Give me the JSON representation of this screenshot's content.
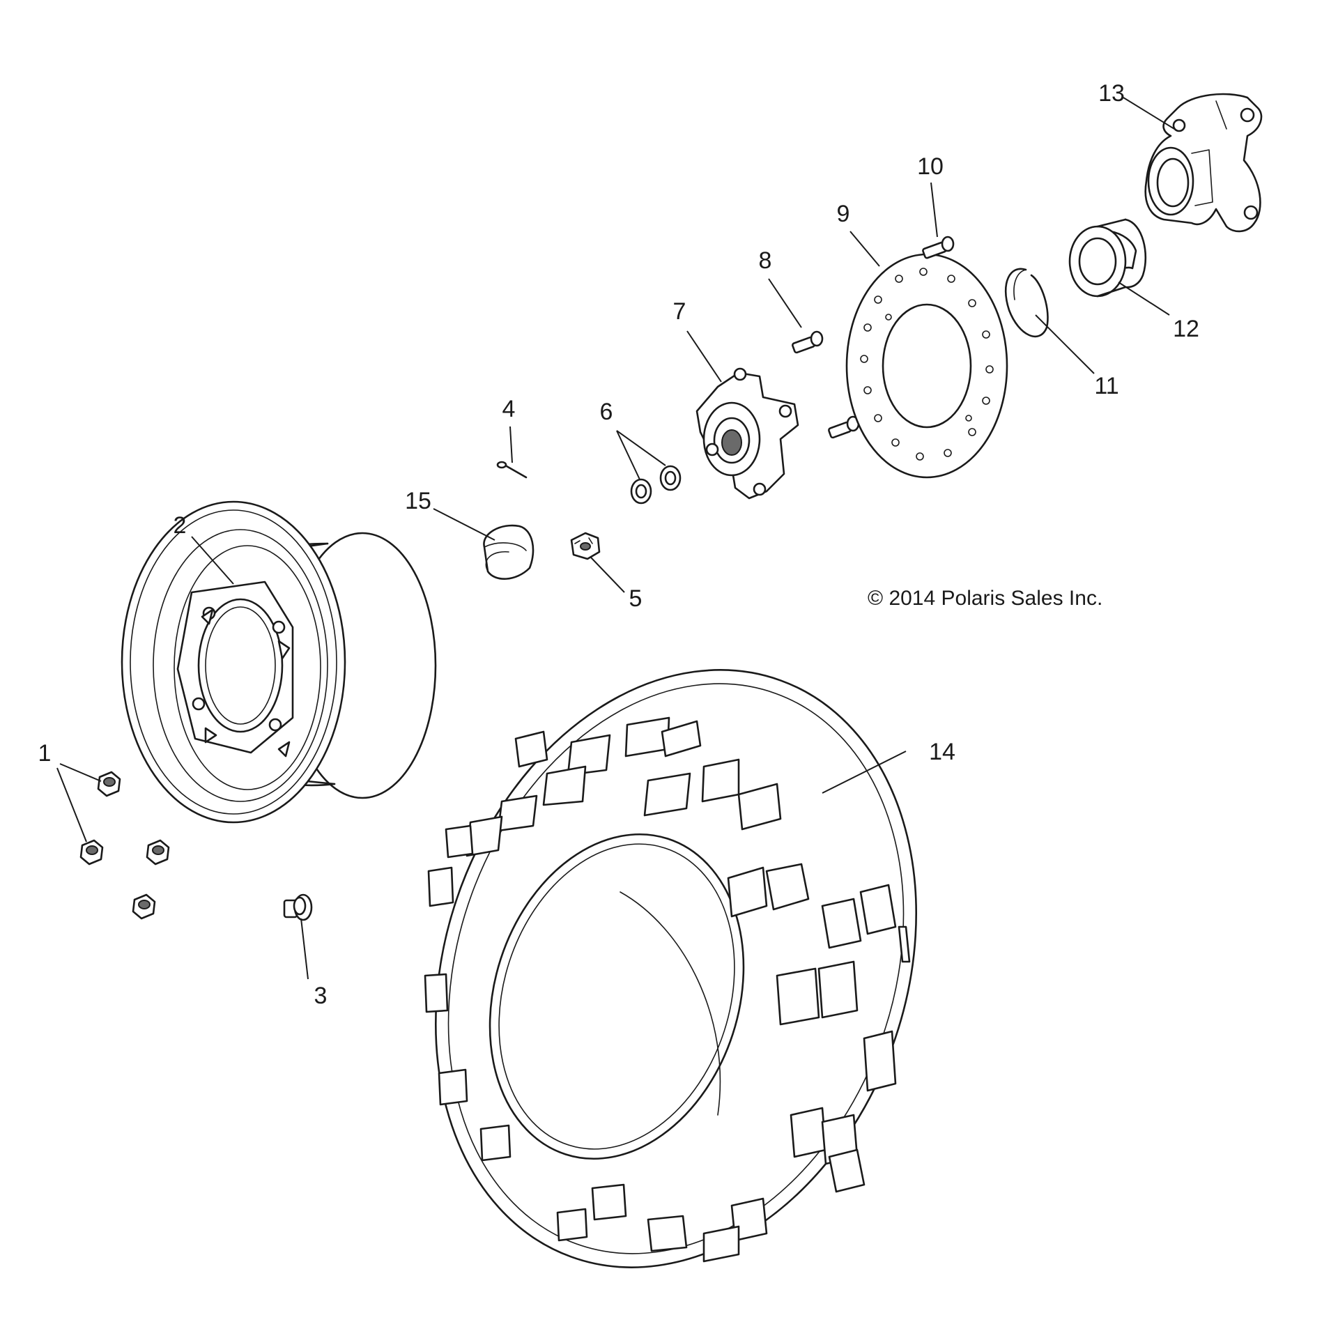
{
  "copyright": "© 2014 Polaris Sales Inc.",
  "callouts": {
    "c1": "1",
    "c2": "2",
    "c3": "3",
    "c4": "4",
    "c5": "5",
    "c6": "6",
    "c7": "7",
    "c8": "8",
    "c9": "9",
    "c10": "10",
    "c11": "11",
    "c12": "12",
    "c13": "13",
    "c14": "14",
    "c15": "15"
  }
}
